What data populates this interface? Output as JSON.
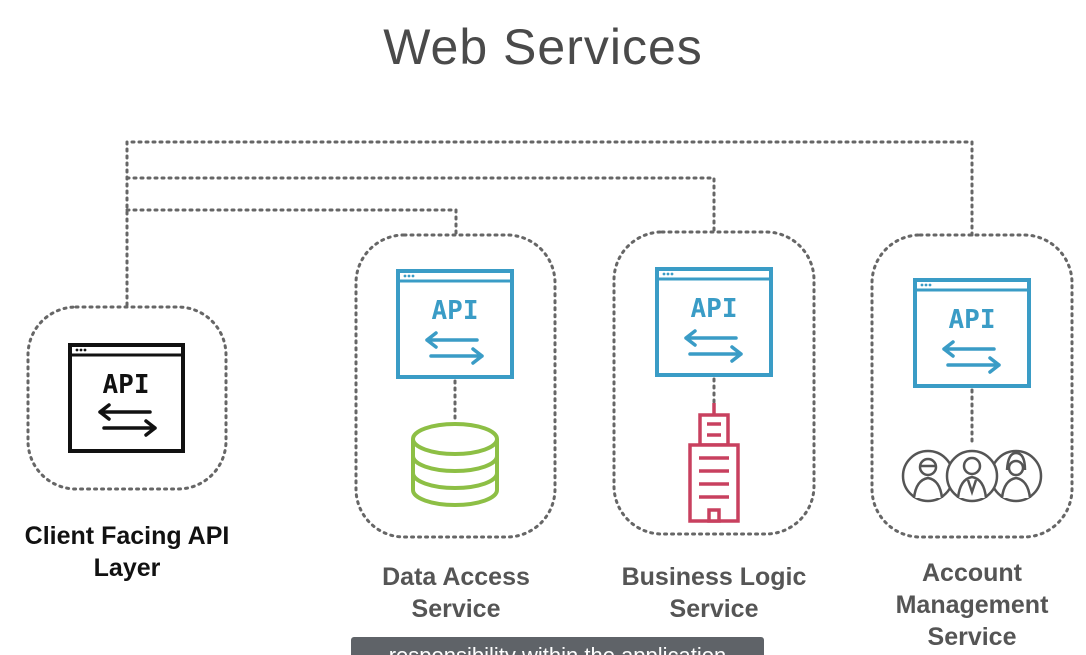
{
  "title": "Web Services",
  "nodes": {
    "client": {
      "label_line1": "Client Facing API",
      "label_line2": "Layer",
      "badge": "API"
    },
    "data_access": {
      "label_line1": "Data Access",
      "label_line2": "Service",
      "badge": "API",
      "resource": "database-icon"
    },
    "business_logic": {
      "label_line1": "Business Logic",
      "label_line2": "Service",
      "badge": "API",
      "resource": "building-icon"
    },
    "account_mgmt": {
      "label_line1": "Account",
      "label_line2": "Management",
      "label_line3": "Service",
      "badge": "API",
      "resource": "people-icon"
    }
  },
  "caption": "responsibility within the application",
  "colors": {
    "client_api": "#111111",
    "service_api": "#3a9cc6",
    "database": "#8dbf45",
    "building": "#c8405f",
    "people": "#555555",
    "connector": "#666666"
  }
}
